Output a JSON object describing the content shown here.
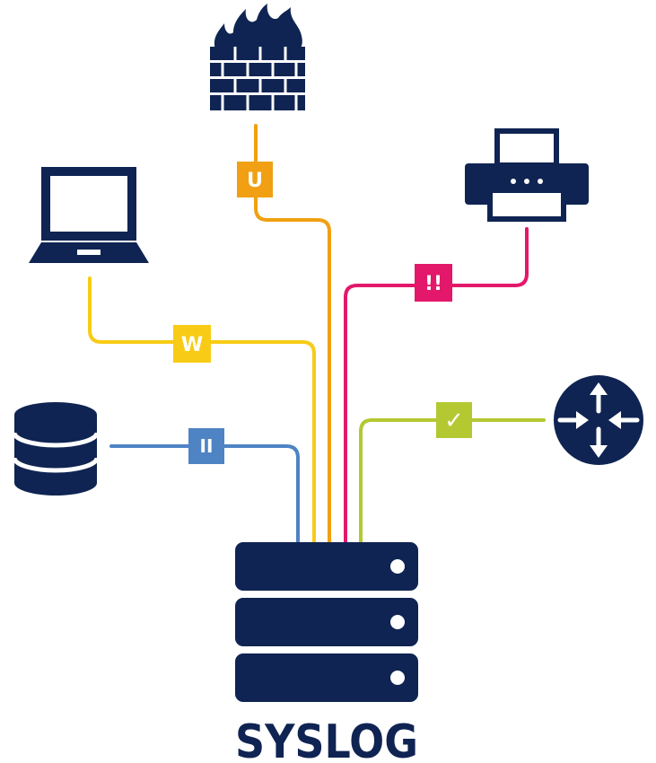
{
  "title": "SYSLOG",
  "colors": {
    "navy": "#0f2452",
    "orange": "#f0a012",
    "magenta": "#e3186a",
    "yellow": "#f8cc16",
    "blue": "#4e84c4",
    "lime": "#b4c832"
  },
  "connections": [
    {
      "device": "firewall-icon",
      "badge": "U",
      "color": "#f0a012"
    },
    {
      "device": "printer-icon",
      "badge": "!!",
      "color": "#e3186a"
    },
    {
      "device": "laptop-icon",
      "badge": "W",
      "color": "#f8cc16"
    },
    {
      "device": "database-icon",
      "badge": "II",
      "color": "#4e84c4"
    },
    {
      "device": "router-icon",
      "badge": "✓",
      "color": "#b4c832"
    }
  ]
}
